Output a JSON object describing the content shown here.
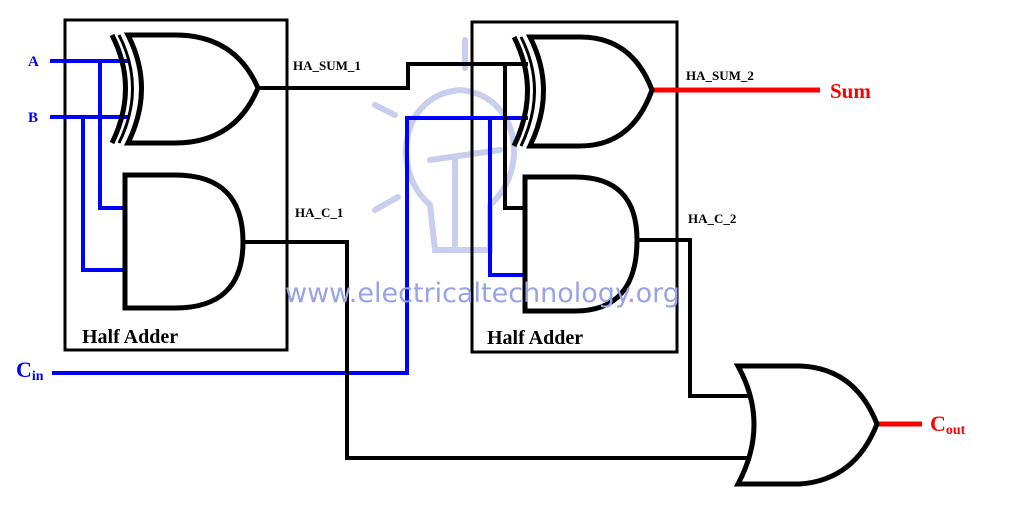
{
  "inputs": {
    "a": "A",
    "b": "B",
    "cin_main": "C",
    "cin_sub": "in"
  },
  "outputs": {
    "sum": "Sum",
    "cout_main": "C",
    "cout_sub": "out"
  },
  "signals": {
    "ha_sum_1": "HA_SUM_1",
    "ha_c_1": "HA_C_1",
    "ha_sum_2": "HA_SUM_2",
    "ha_c_2": "HA_C_2"
  },
  "blocks": [
    {
      "label": "Half Adder"
    },
    {
      "label": "Half Adder"
    }
  ],
  "watermark": "www.electricaltechnology.org",
  "colors": {
    "input": "#0000ff",
    "output": "#ff0000",
    "wire": "#000000",
    "watermark": "#9aa2e6"
  }
}
